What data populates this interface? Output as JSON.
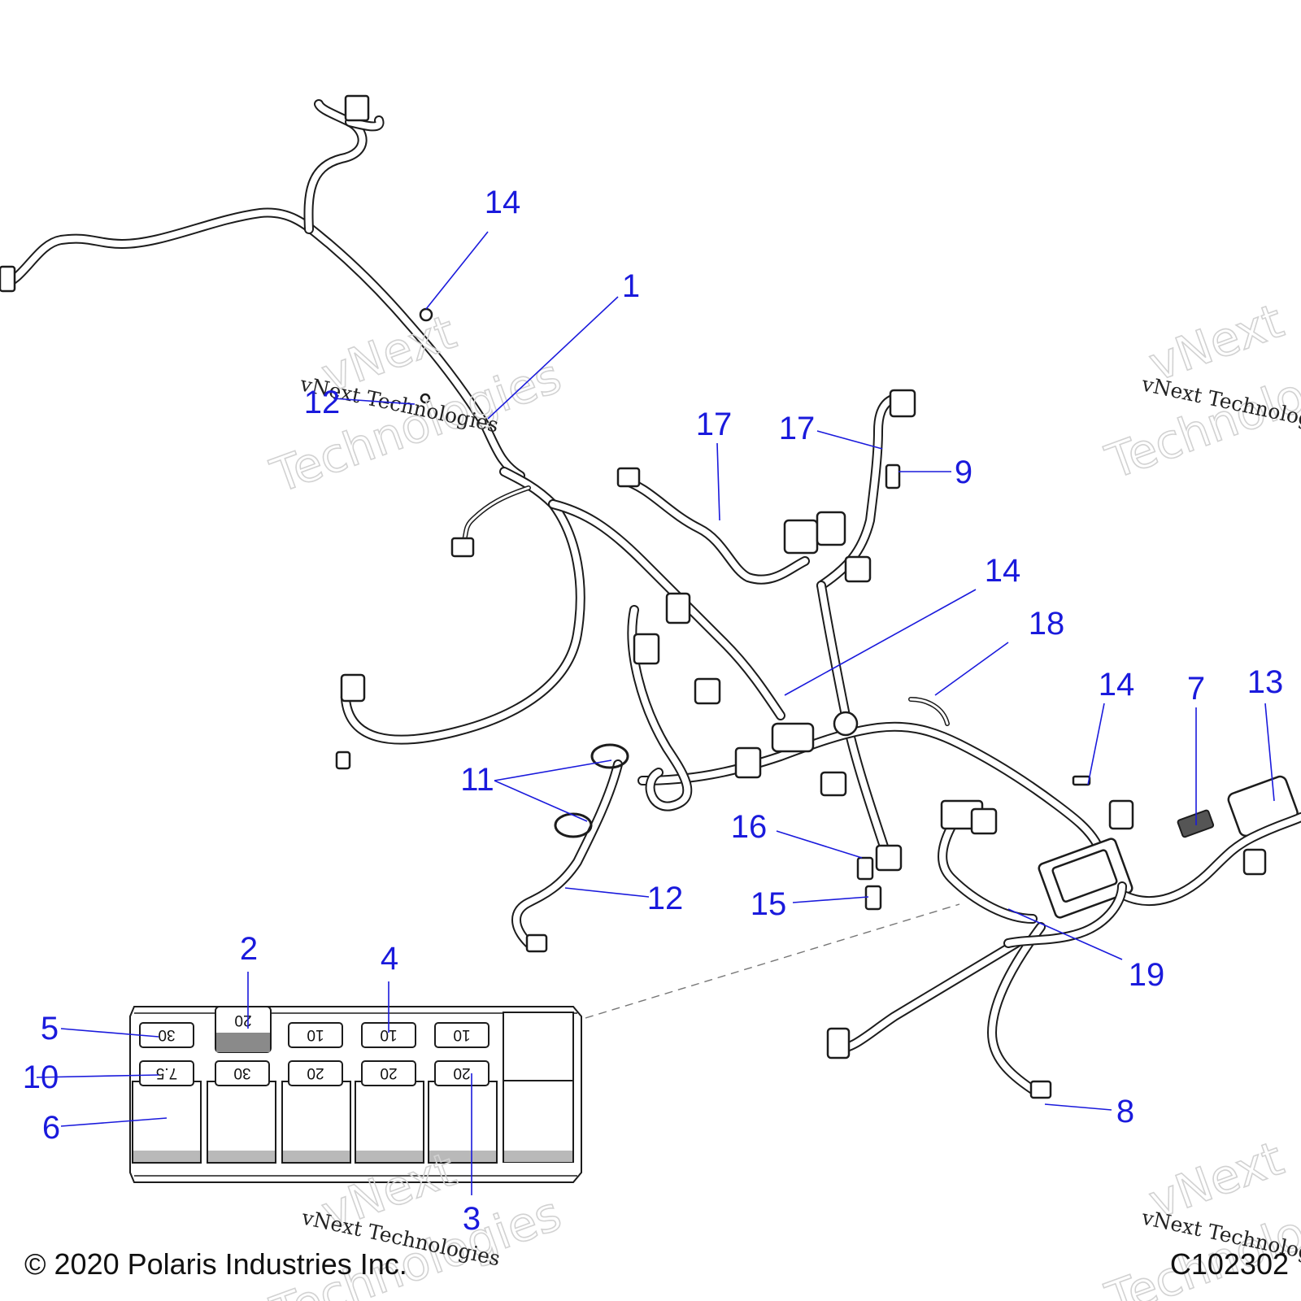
{
  "copyright": "© 2020 Polaris Industries Inc.",
  "figure_code": "C102302",
  "watermark": {
    "big_line1": "vNext",
    "big_line2": "Technologies",
    "small": "vNext Technologies"
  },
  "callouts": {
    "c1": "1",
    "c2": "2",
    "c3": "3",
    "c4": "4",
    "c5": "5",
    "c6": "6",
    "c7": "7",
    "c8": "8",
    "c9": "9",
    "c10": "10",
    "c11": "11",
    "c12_top": "12",
    "c12_bottom": "12",
    "c13": "13",
    "c14_top": "14",
    "c14_mid": "14",
    "c14_right": "14",
    "c15": "15",
    "c16": "16",
    "c17_left": "17",
    "c17_right": "17",
    "c18": "18",
    "c19": "19"
  },
  "fuse_box": {
    "top_row": [
      "30",
      "20",
      "10",
      "10",
      "10"
    ],
    "bottom_row": [
      "7.5",
      "30",
      "20",
      "20",
      "20"
    ]
  }
}
